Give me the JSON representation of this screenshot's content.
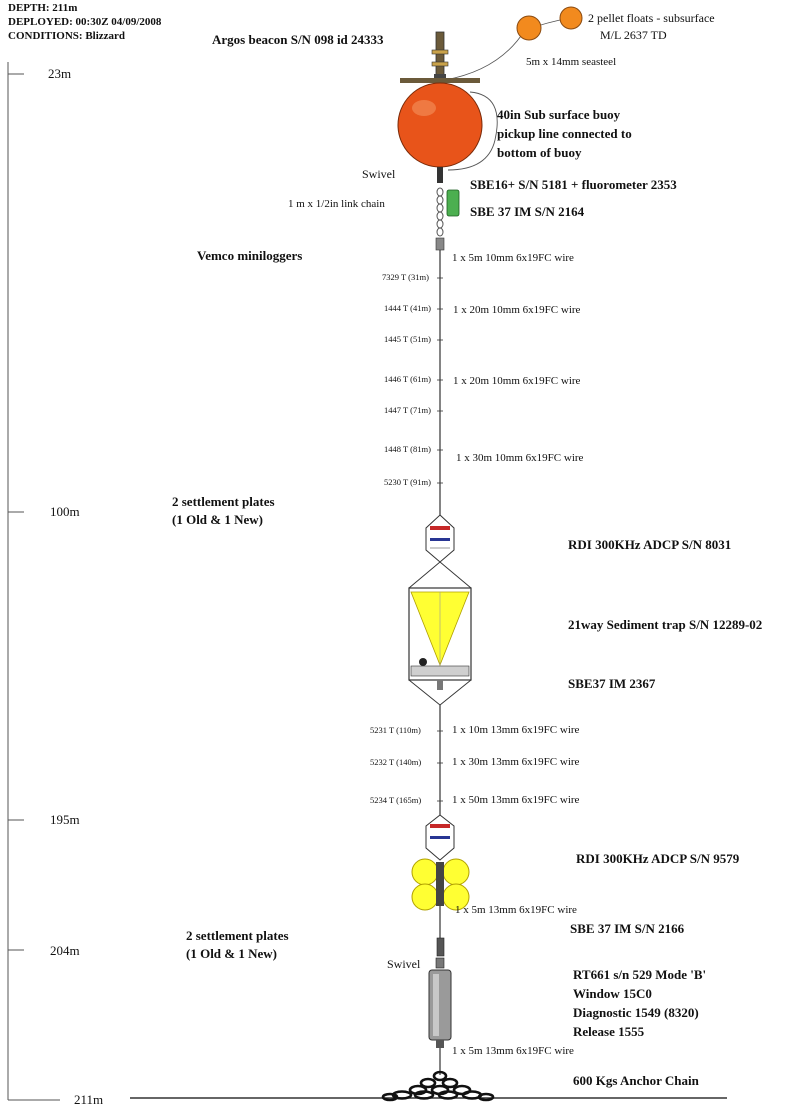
{
  "header": {
    "depth": "DEPTH: 211m",
    "deployed": "DEPLOYED: 00:30Z 04/09/2008",
    "conditions": "CONDITIONS: Blizzard"
  },
  "depth_scale": {
    "d23": "23m",
    "d100": "100m",
    "d195": "195m",
    "d204": "204m",
    "d211": "211m"
  },
  "labels": {
    "argos": "Argos beacon S/N 098 id 24333",
    "pellet_floats_1": "2 pellet floats - subsurface",
    "pellet_floats_2": "M/L 2637 TD",
    "seasteel": "5m x 14mm seasteel",
    "buoy_1": "40in Sub surface buoy",
    "buoy_2": "pickup line connected to",
    "buoy_3": "bottom of buoy",
    "swivel_top": "Swivel",
    "sbe16": "SBE16+ S/N 5181 + fluorometer 2353",
    "link_chain": "1 m x 1/2in link chain",
    "sbe37_top": "SBE 37 IM S/N 2164",
    "vemco": "Vemco miniloggers",
    "wire_5m_10": "1 x 5m 10mm 6x19FC wire",
    "wire_20m_a": "1 x 20m 10mm 6x19FC wire",
    "wire_20m_b": "1 x 20m 10mm 6x19FC wire",
    "wire_30m_10": "1 x 30m 10mm 6x19FC wire",
    "plates_top_1": "2 settlement plates",
    "plates_top_2": "(1 Old & 1 New)",
    "adcp_8031": "RDI 300KHz ADCP S/N  8031",
    "trap": "21way Sediment trap S/N 12289-02",
    "sbe37_2367": "SBE37 IM 2367",
    "wire_10m_13": "1 x 10m 13mm 6x19FC wire",
    "wire_30m_13": "1 x 30m 13mm 6x19FC wire",
    "wire_50m_13": "1 x 50m 13mm 6x19FC wire",
    "adcp_9579": "RDI 300KHz ADCP S/N  9579",
    "wire_5m_13_a": "1 x 5m 13mm 6x19FC wire",
    "sbe37_2166": "SBE 37 IM S/N 2166",
    "plates_bot_1": "2 settlement plates",
    "plates_bot_2": "(1 Old & 1 New)",
    "swivel_bot": "Swivel",
    "release_1": "RT661 s/n 529 Mode 'B'",
    "release_2": "Window 15C0",
    "release_3": "Diagnostic 1549 (8320)",
    "release_4": "Release 1555",
    "wire_5m_13_b": "1 x 5m 13mm 6x19FC wire",
    "anchor": "600 Kgs Anchor Chain"
  },
  "loggers": {
    "l7329": "7329 T (31m)",
    "l1444": "1444 T (41m)",
    "l1445": "1445 T  (51m)",
    "l1446": "1446 T  (61m)",
    "l1447": "1447 T  (71m)",
    "l1448": "1448 T  (81m)",
    "l5230": "5230 T  (91m)",
    "l5231": "5231 T (110m)",
    "l5232": "5232 T (140m)",
    "l5234": "5234 T (165m)"
  },
  "colors": {
    "buoy": "#e8541a",
    "floats": "#f28a1e",
    "trap_yellow": "#ffff33",
    "chain_green": "#4caf50"
  }
}
